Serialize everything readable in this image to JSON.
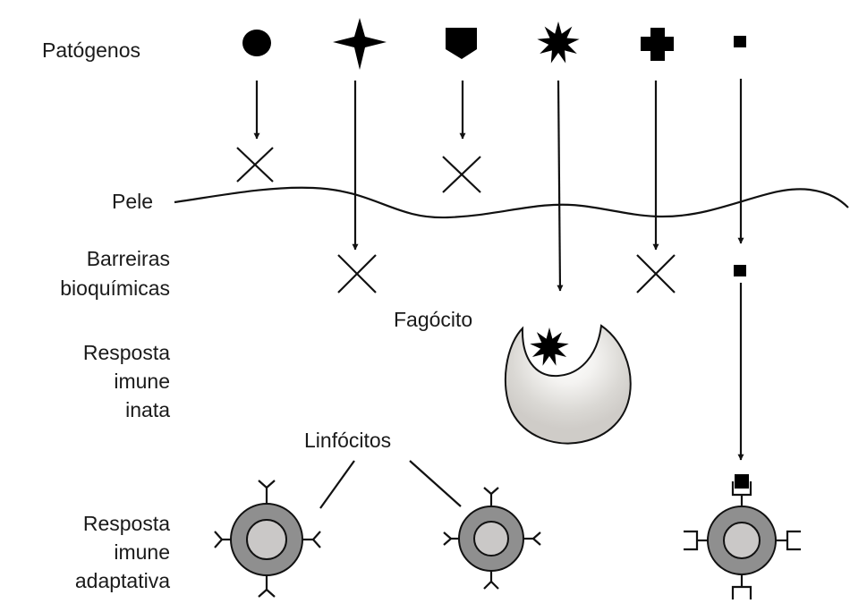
{
  "labels": {
    "patogenos": "Patógenos",
    "pele": "Pele",
    "barreiras_1": "Barreiras",
    "barreiras_2": "bioquímicas",
    "inata_1": "Resposta",
    "inata_2": "imune",
    "inata_3": "inata",
    "fagocito": "Fagócito",
    "linfocitos": "Linfócitos",
    "adaptativa_1": "Resposta",
    "adaptativa_2": "imune",
    "adaptativa_3": "adaptativa"
  },
  "pathogens": [
    {
      "icon": "circle-pathogen-icon",
      "fate": "blocked by skin"
    },
    {
      "icon": "four-point-star-pathogen-icon",
      "fate": "blocked by biochemical barriers"
    },
    {
      "icon": "shield-pathogen-icon",
      "fate": "blocked by skin"
    },
    {
      "icon": "spiky-star-pathogen-icon",
      "fate": "engulfed by phagocyte"
    },
    {
      "icon": "cross-pathogen-icon",
      "fate": "blocked by biochemical barriers"
    },
    {
      "icon": "small-square-pathogen-icon",
      "fate": "bound by lymphocyte receptor"
    }
  ],
  "colors": {
    "ink": "#111111",
    "phagocyte_fill": "#d9d7d3",
    "lymphocyte_outer": "#8f8f8f",
    "lymphocyte_inner": "#c9c8c8"
  }
}
